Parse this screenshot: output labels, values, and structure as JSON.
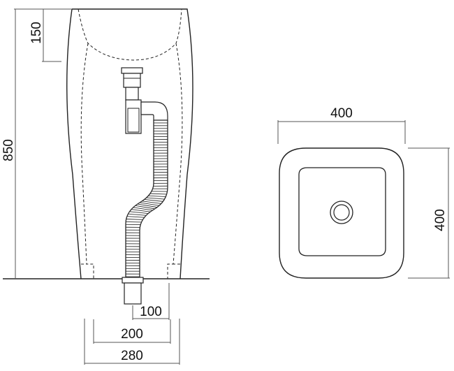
{
  "dimensions": {
    "top_offset": "150",
    "total_height": "850",
    "outlet_100": "100",
    "outlet_200": "200",
    "base_280": "280",
    "top_width": "400",
    "top_depth": "400"
  },
  "colors": {
    "line": "#222222",
    "dim_line": "#555555",
    "background": "#ffffff"
  }
}
